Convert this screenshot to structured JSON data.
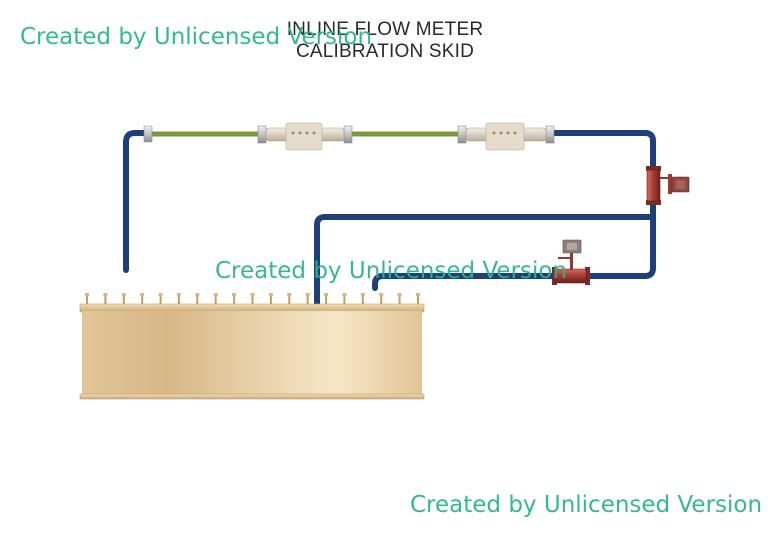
{
  "title": {
    "line1": "INLINE FLOW METER",
    "line2": "CALIBRATION SKID"
  },
  "watermark": {
    "text": "Created by Unlicensed Version"
  },
  "colors": {
    "pipe_blue": "#1f3f7a",
    "pipe_green": "#7a9a3a",
    "tank_tan": "#e8cc9c",
    "valve_red": "#9c3a34",
    "meter_gray": "#d8d2c8",
    "watermark_green": "#2bb58c"
  },
  "components": {
    "tank": "storage-tank",
    "meter_1": "flow-meter",
    "meter_2": "flow-meter",
    "valve_1": "control-valve",
    "valve_2": "control-valve"
  }
}
